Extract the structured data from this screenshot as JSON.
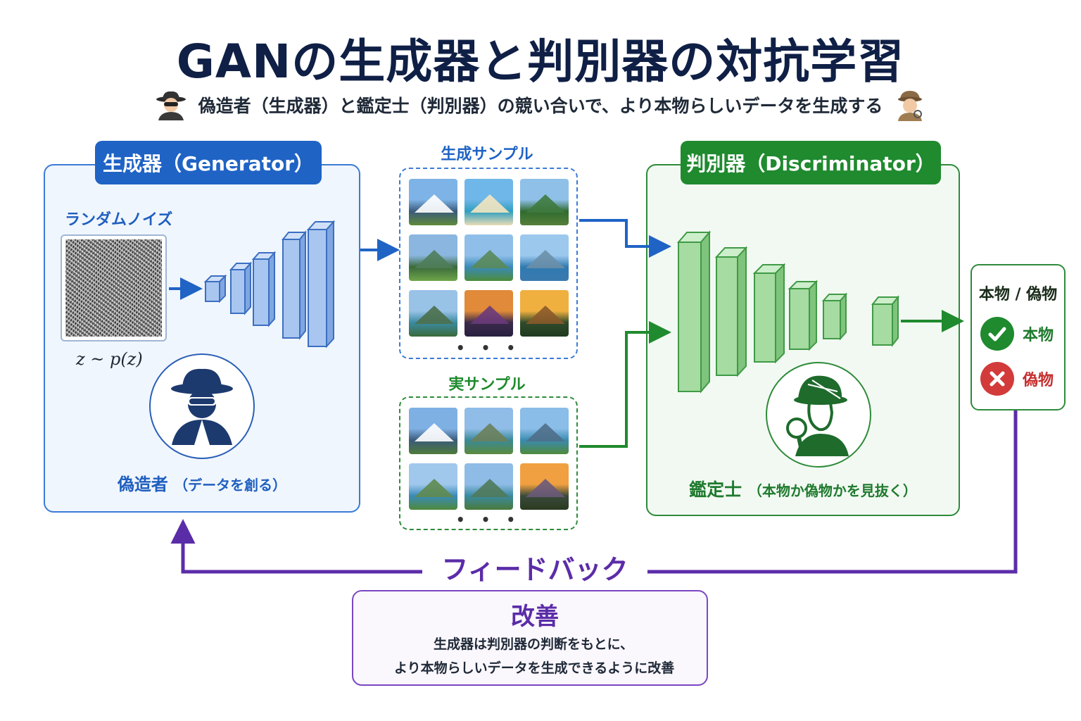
{
  "title": "GANの生成器と判別器の対抗学習",
  "subtitle": "偽造者（生成器）と鑑定士（判別器）の競い合いで、より本物らしいデータを生成する",
  "generator": {
    "header": "生成器（Generator）",
    "noise_label": "ランダムノイズ",
    "formula": "z ~ p(z)",
    "caption_main": "偽造者",
    "caption_sub": "（データを創る）"
  },
  "samples": {
    "generated_label": "生成サンプル",
    "real_label": "実サンプル",
    "ellipsis": "• • •"
  },
  "discriminator": {
    "header": "判別器（Discriminator）",
    "caption_main": "鑑定士",
    "caption_sub": "（本物か偽物かを見抜く）"
  },
  "result": {
    "title": "本物 / 偽物",
    "real": "本物",
    "fake": "偽物"
  },
  "feedback": {
    "label": "フィードバック"
  },
  "improve": {
    "title": "改善",
    "line1": "生成器は判別器の判断をもとに、",
    "line2": "より本物らしいデータを生成できるように改善"
  },
  "colors": {
    "generator_blue": "#1f63c5",
    "discriminator_green": "#1f8a2e",
    "feedback_purple": "#5b2ca8",
    "fake_red": "#d33a3a"
  }
}
